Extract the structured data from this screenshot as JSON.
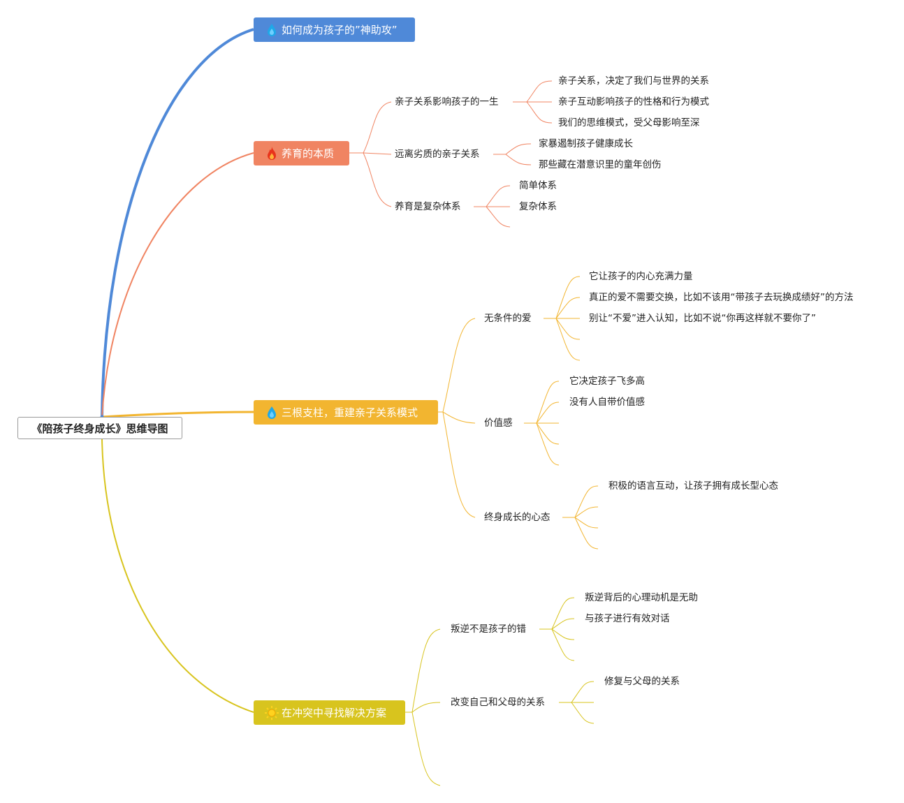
{
  "root": {
    "label": "《陪孩子终身成长》思维导图"
  },
  "branches": [
    {
      "label": "如何成为孩子的”神助攻”",
      "icon": "drop-icon",
      "color": "#4f89d8"
    },
    {
      "label": "养育的本质",
      "icon": "fire-icon",
      "color": "#f08462"
    },
    {
      "label": "三根支柱，重建亲子关系模式",
      "icon": "drop-icon",
      "color": "#f2b530"
    },
    {
      "label": "在冲突中寻找解决方案",
      "icon": "sun-icon",
      "color": "#d8c41e"
    }
  ],
  "essence": {
    "topics": [
      {
        "label": "亲子关系影响孩子的一生",
        "children": [
          "亲子关系，决定了我们与世界的关系",
          "亲子互动影响孩子的性格和行为模式",
          "我们的思维模式，受父母影响至深"
        ]
      },
      {
        "label": "远离劣质的亲子关系",
        "children": [
          "家暴遏制孩子健康成长",
          "那些藏在潜意识里的童年创伤"
        ]
      },
      {
        "label": "养育是复杂体系",
        "children": [
          "简单体系",
          "复杂体系"
        ]
      }
    ]
  },
  "pillars": {
    "topics": [
      {
        "label": "无条件的爱",
        "children": [
          "它让孩子的内心充满力量",
          "真正的爱不需要交换，比如不该用“带孩子去玩换成绩好”的方法",
          "别让“不爱”进入认知，比如不说“你再这样就不要你了”"
        ]
      },
      {
        "label": "价值感",
        "children": [
          "它决定孩子飞多高",
          "没有人自带价值感"
        ]
      },
      {
        "label": "终身成长的心态",
        "children": [
          "积极的语言互动，让孩子拥有成长型心态"
        ]
      }
    ]
  },
  "conflict": {
    "topics": [
      {
        "label": "叛逆不是孩子的错",
        "children": [
          "叛逆背后的心理动机是无助",
          "与孩子进行有效对话"
        ]
      },
      {
        "label": "改变自己和父母的关系",
        "children": [
          "修复与父母的关系"
        ]
      }
    ]
  },
  "colors": {
    "blue": "#4f89d8",
    "orange": "#f08462",
    "amber": "#f2b530",
    "olive": "#d8c41e"
  }
}
